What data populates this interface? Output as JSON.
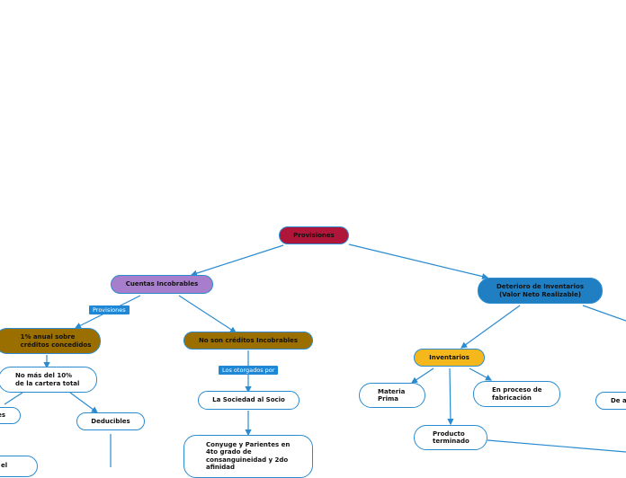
{
  "nodes": {
    "root": {
      "text": "Provisiones",
      "color": "#b0163a"
    },
    "cuentas": {
      "text": "Cuentas Incobrables",
      "color": "#a77ecb"
    },
    "deterioro": {
      "text": "Deterioro de Inventarios\n(Valor Neto Realizable)",
      "color": "#1f7fc2"
    },
    "anual": {
      "text": "1% anual sobre\ncréditos concedidos",
      "color": "#9a6f00"
    },
    "nosonCreditos": {
      "text": "No son créditos Incobrables",
      "color": "#9a6f00"
    },
    "noMas": {
      "text": "No más del 10%\nde la cartera total"
    },
    "sociedad": {
      "text": "La Sociedad al Socio"
    },
    "deducibles": {
      "text": "Deducibles"
    },
    "nodeducibles": {
      "text": "es"
    },
    "conyuge": {
      "text": "Conyuge y Parientes en\n4to grado de\nconsanguineidad y 2do\nafinidad"
    },
    "bottomLeft": {
      "text": "el"
    },
    "inventarios": {
      "text": "Inventarios",
      "color": "#f5b81c"
    },
    "materia": {
      "text": "Materia\nPrima"
    },
    "proceso": {
      "text": "En proceso de\nfabricación"
    },
    "producto": {
      "text": "Producto\nterminado"
    },
    "deA": {
      "text": "De a"
    }
  },
  "tags": {
    "provisiones": "Provisiones",
    "otorgados": "Los otorgados por"
  }
}
